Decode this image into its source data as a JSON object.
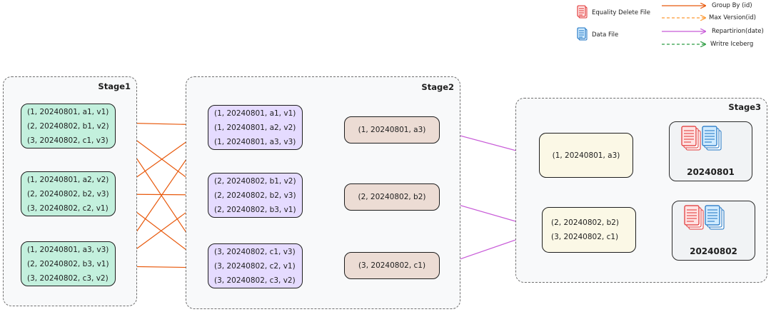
{
  "colors": {
    "group_by": "#e8590c",
    "max_version": "#fd9a34",
    "repartition": "#c85bd8",
    "write_iceberg": "#2f9e44",
    "delete_file": "#e03131",
    "data_file": "#1971c2"
  },
  "legend": {
    "equality_delete_file": "Equality Delete File",
    "data_file": "Data File",
    "group_by": "Group By (id)",
    "max_version": "Max Version(id)",
    "repartition": "Repartirion(date)",
    "write_iceberg": "Writre Iceberg"
  },
  "stages": {
    "stage1": {
      "title": "Stage1",
      "nodes": [
        {
          "rows": [
            "(1, 20240801, a1, v1)",
            "(2, 20240802, b1, v2)",
            "(3, 20240802, c1, v3)"
          ]
        },
        {
          "rows": [
            "(1, 20240801, a2, v2)",
            "(2, 20240802, b2, v3)",
            "(3, 20240802, c2, v1)"
          ]
        },
        {
          "rows": [
            "(1, 20240801, a3, v3)",
            "(2, 20240802, b3, v1)",
            "(3, 20240802, c3, v2)"
          ]
        }
      ]
    },
    "stage2": {
      "title": "Stage2",
      "groups": [
        {
          "rows": [
            "(1, 20240801, a1, v1)",
            "(1, 20240801, a2, v2)",
            "(1, 20240801, a3, v3)"
          ]
        },
        {
          "rows": [
            "(2, 20240802, b1, v2)",
            "(2, 20240802, b2, v3)",
            "(2, 20240802, b3, v1)"
          ]
        },
        {
          "rows": [
            "(3, 20240802, c1, v3)",
            "(3, 20240802, c2, v1)",
            "(3, 20240802, c3, v2)"
          ]
        }
      ],
      "max": [
        "(1, 20240801, a3)",
        "(2, 20240802, b2)",
        "(3, 20240802, c1)"
      ]
    },
    "stage3": {
      "title": "Stage3",
      "partitions": [
        {
          "rows": [
            "(1, 20240801, a3)"
          ],
          "file_label": "20240801"
        },
        {
          "rows": [
            "(2, 20240802, b2)",
            "(3, 20240802, c1)"
          ],
          "file_label": "20240802"
        }
      ]
    }
  }
}
